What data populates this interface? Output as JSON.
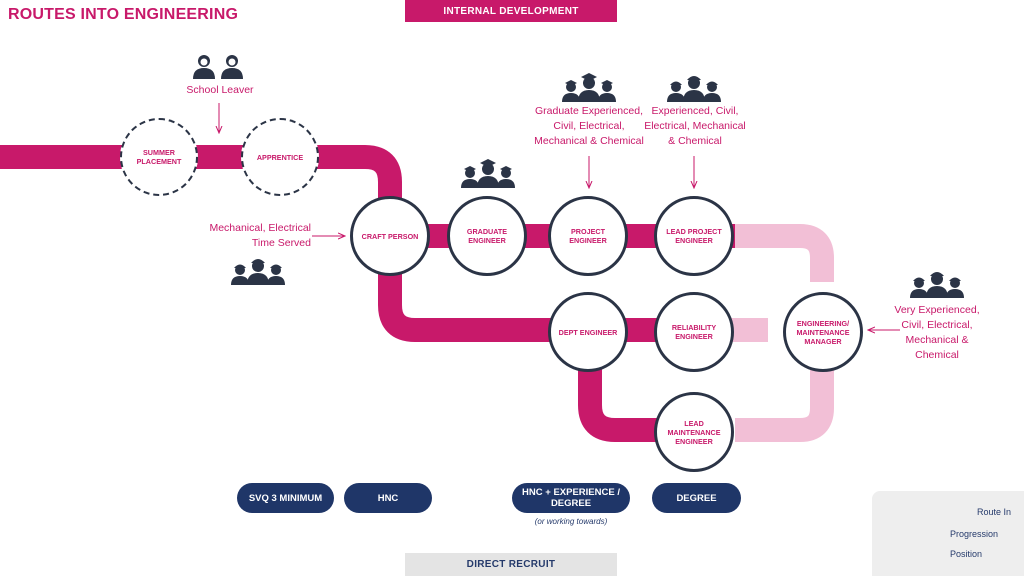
{
  "title": "ROUTES INTO ENGINEERING",
  "banners": {
    "top": "INTERNAL DEVELOPMENT",
    "bottom": "DIRECT RECRUIT"
  },
  "nodes": {
    "summer": "SUMMER PLACEMENT",
    "apprentice": "APPRENTICE",
    "craft": "CRAFT PERSON",
    "graduate": "GRADUATE ENGINEER",
    "project": "PROJECT ENGINEER",
    "lead_project": "LEAD PROJECT ENGINEER",
    "dept": "DEPT ENGINEER",
    "reliability": "RELIABILITY ENGINEER",
    "lead_maintenance": "LEAD MAINTENANCE ENGINEER",
    "manager": "ENGINEERING/ MAINTENANCE MANAGER"
  },
  "notes": {
    "school_leaver": "School Leaver",
    "mech_elec": "Mechanical, Electrical Time Served",
    "grad_exp": "Graduate Experienced, Civil, Electrical, Mechanical & Chemical",
    "exp_civil": "Experienced, Civil, Electrical, Mechanical & Chemical",
    "very_exp": "Very Experienced, Civil, Electrical, Mechanical & Chemical"
  },
  "qualifications": [
    "SVQ 3 MINIMUM",
    "HNC",
    "HNC + EXPERIENCE / DEGREE",
    "DEGREE"
  ],
  "qual_note": "(or working towards)",
  "legend": {
    "route_in": "Route In",
    "progression": "Progression",
    "position": "Position"
  },
  "colors": {
    "magenta": "#c8196a",
    "light_pink": "#f2bfd6",
    "navy": "#1f3668",
    "outline": "#2b3446"
  },
  "icons": [
    "two-people-icon",
    "graduates-icon",
    "workers-hardhat-icon"
  ]
}
